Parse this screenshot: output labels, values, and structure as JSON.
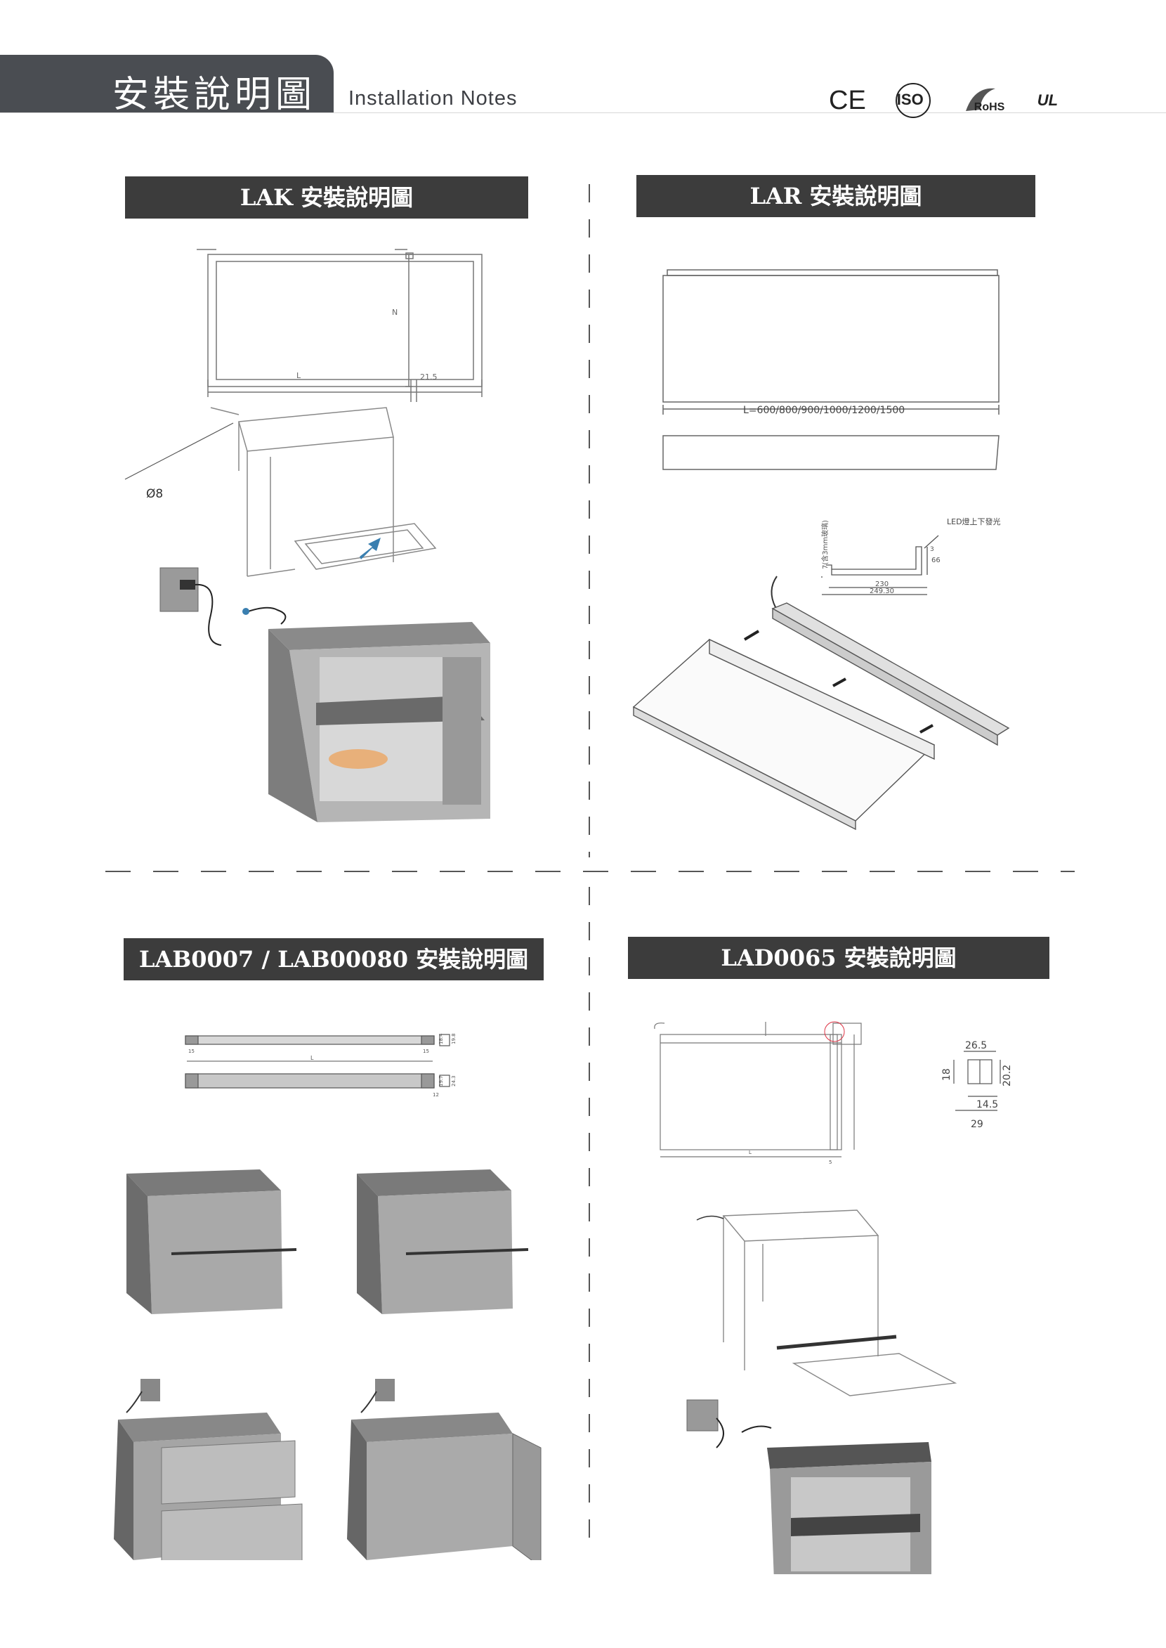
{
  "header": {
    "title": "安裝說明圖",
    "subtitle": "Installation Notes",
    "certifications": [
      "CE",
      "ISO",
      "RoHS",
      "UL"
    ]
  },
  "sections": [
    {
      "title": "LAK 安裝說明圖",
      "labels": {
        "diameter": "Ø8",
        "length": "L",
        "height": "N",
        "depth": "21.5"
      }
    },
    {
      "title": "LAR 安裝說明圖",
      "labels": {
        "length": "L=600/800/900/1000/1200/1500",
        "led_note": "LED燈上下發光",
        "glass_note": "7(含3mm玻璃)",
        "dim_230": "230",
        "dim_249": "249.30",
        "dim_66": "66",
        "dim_3": "3"
      }
    },
    {
      "title": "LAB0007 / LAB00080 安裝說明圖",
      "labels": {
        "length": "L",
        "d15a": "15",
        "d15b": "15",
        "d184": "18.4",
        "d198": "19.8",
        "d197": "19.7",
        "d243": "24.3",
        "d12": "12"
      }
    },
    {
      "title": "LAD0065 安裝說明圖",
      "labels": {
        "d265": "26.5",
        "d18": "18",
        "d202": "20.2",
        "d145": "14.5",
        "d29": "29",
        "length": "L",
        "d5": "5"
      }
    }
  ]
}
